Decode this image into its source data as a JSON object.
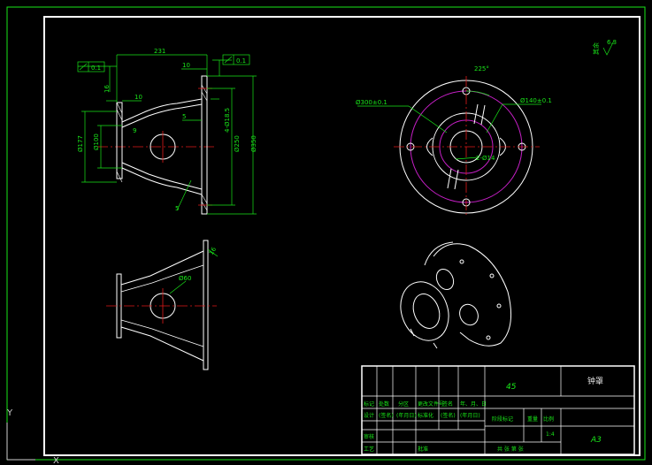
{
  "drawing": {
    "title_cn": "钟罩",
    "material": "45",
    "sheet_size": "A3",
    "scale": "1:4",
    "scale_label": "比例",
    "weight_label": "重量",
    "stage_label": "阶段标记",
    "sheets_label": "共 张 第 张",
    "row_labels": [
      "标记",
      "处数",
      "分区",
      "更改文件号",
      "签名",
      "年、月、日"
    ],
    "row_labels2": [
      "设计",
      "(签名)",
      "(年月日)",
      "标准化",
      "(签名)",
      "(年月日)"
    ],
    "review_label": "审核",
    "process_label": "工艺",
    "approve_label": "批准"
  },
  "dimensions": {
    "top_length": "231",
    "flange_thk": "10",
    "flat_tol_left": "0.1",
    "flat_tol_right": "0.1",
    "angle_16": "16",
    "thk_10": "10",
    "thk_5": "5",
    "dia_177": "Ø177",
    "dia_100": "Ø100",
    "dia_9": "9",
    "hole_4": "4-Ø18.5",
    "dia_250": "Ø250",
    "dia_350": "Ø350",
    "slope_5": "5",
    "hole_60": "Ø60",
    "side_16": "16",
    "angle_225": "225°",
    "pcd_300": "Ø300±0.1",
    "pcd_140": "Ø140±0.1",
    "slot_14": "2-Ø14",
    "roughness": "6.3",
    "roughness_rest": "其余"
  },
  "ucs": {
    "y": "Y",
    "x": "X"
  },
  "colors": {
    "frame": "#ffffff",
    "dimension": "#19e619",
    "centerline": "#e01818",
    "pcd": "#c51fc5",
    "geometry": "#ffffff",
    "background": "#000000"
  }
}
